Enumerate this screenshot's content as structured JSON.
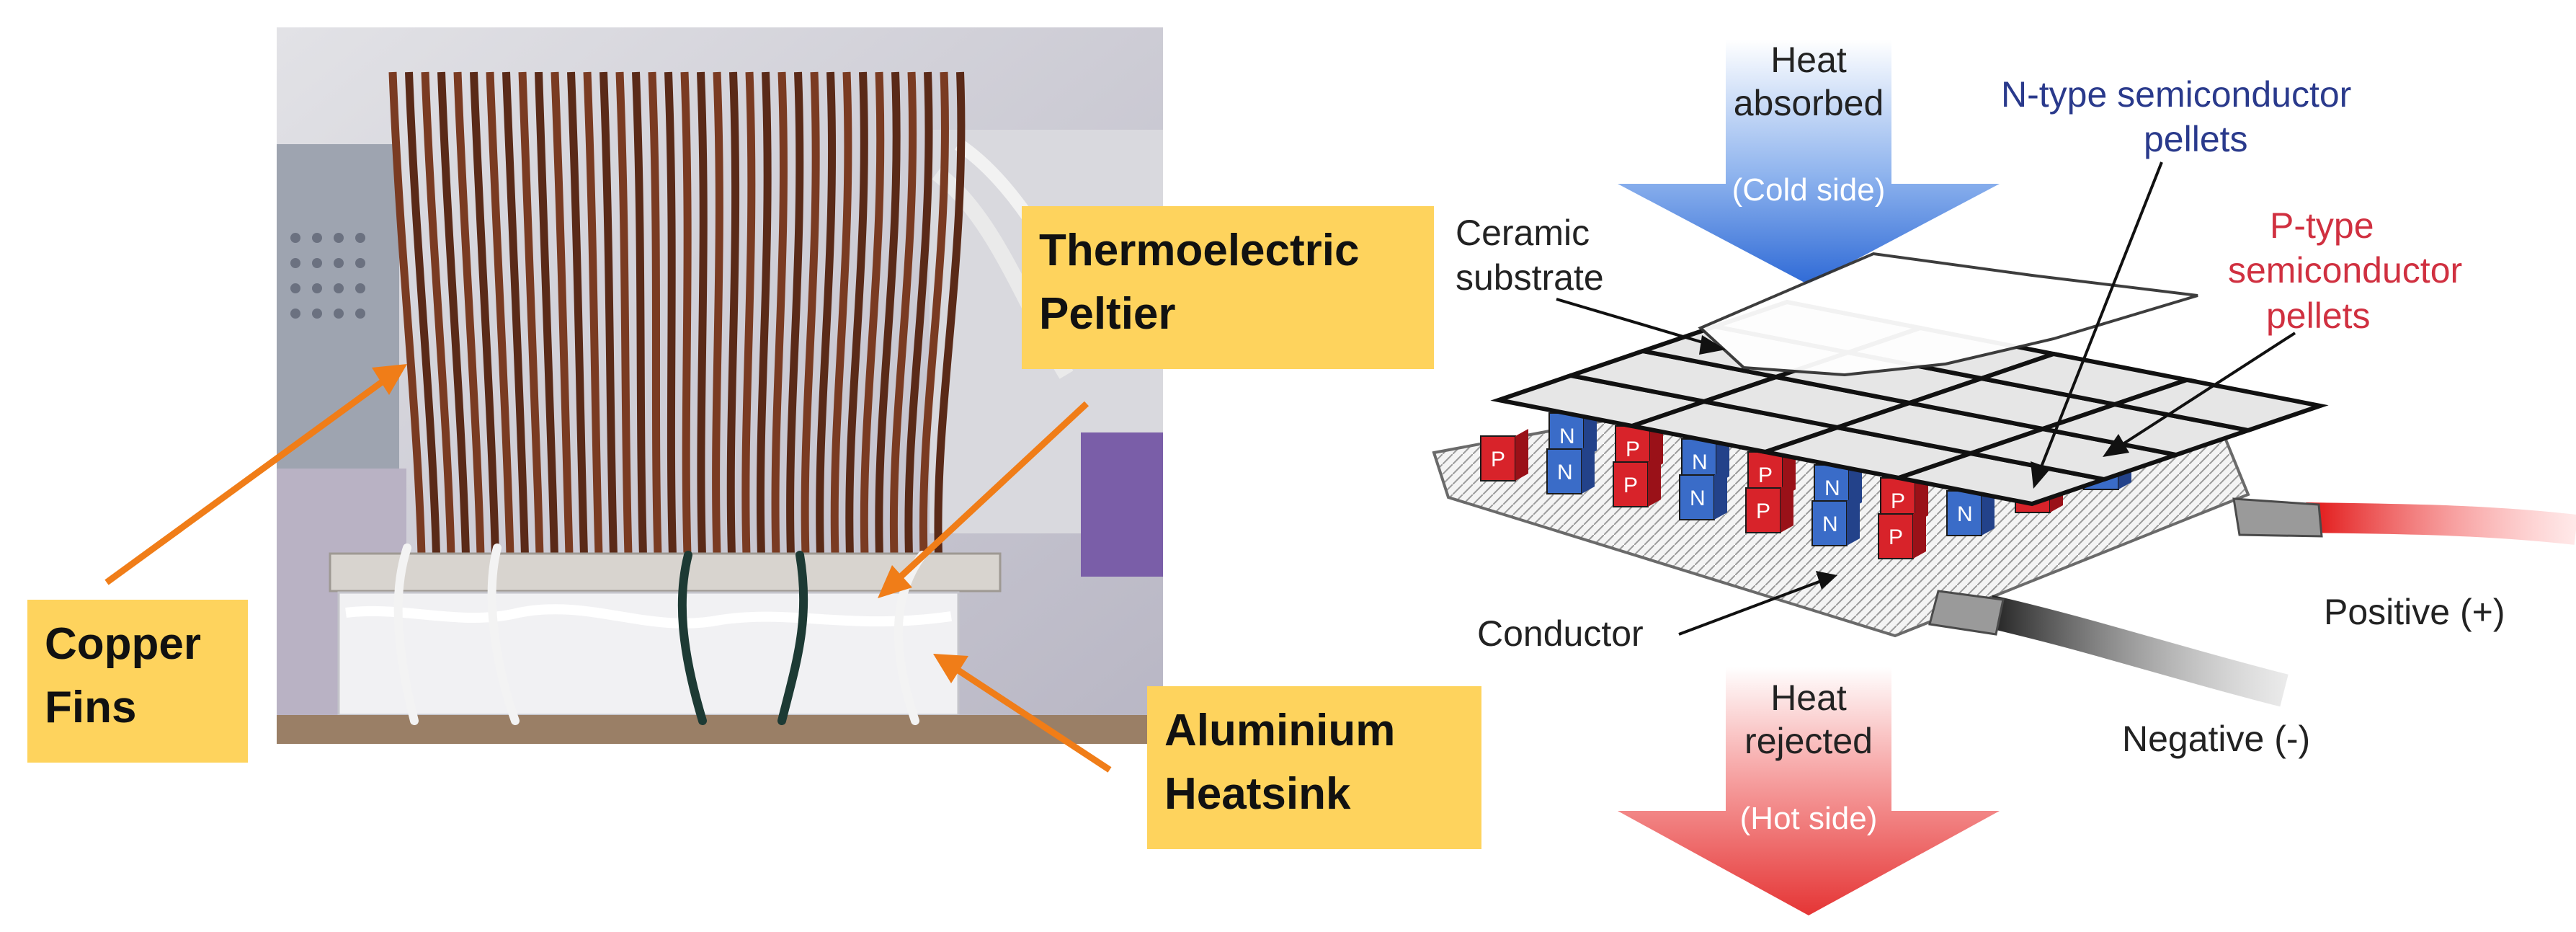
{
  "photo_panel": {
    "labels": {
      "copper_fins": [
        "Copper",
        "Fins"
      ],
      "peltier": [
        "Thermoelectric",
        "Peltier"
      ],
      "heatsink": [
        "Aluminium",
        "Heatsink"
      ]
    },
    "colors": {
      "callout": "#fed35d",
      "arrow": "#f07d18",
      "copper": "#7a3b22"
    }
  },
  "diagram_panel": {
    "heat_absorbed": [
      "Heat",
      "absorbed"
    ],
    "cold_side": "(Cold side)",
    "heat_rejected": [
      "Heat",
      "rejected"
    ],
    "hot_side": "(Hot side)",
    "ceramic_substrate": [
      "Ceramic",
      "substrate"
    ],
    "n_type": [
      "N-type semiconductor",
      "pellets"
    ],
    "p_type": [
      "P-type",
      "semiconductor",
      "pellets"
    ],
    "conductor": "Conductor",
    "positive": "Positive (+)",
    "negative": "Negative (-)",
    "pellet_letters": {
      "n": "N",
      "p": "P"
    },
    "colors": {
      "n_text": "#2a3a8c",
      "p_text": "#d03040",
      "n_pellet": "#3a6cc8",
      "p_pellet": "#d8232a",
      "cold_arrow": "#3a78d8",
      "hot_arrow": "#e83a3a"
    }
  }
}
